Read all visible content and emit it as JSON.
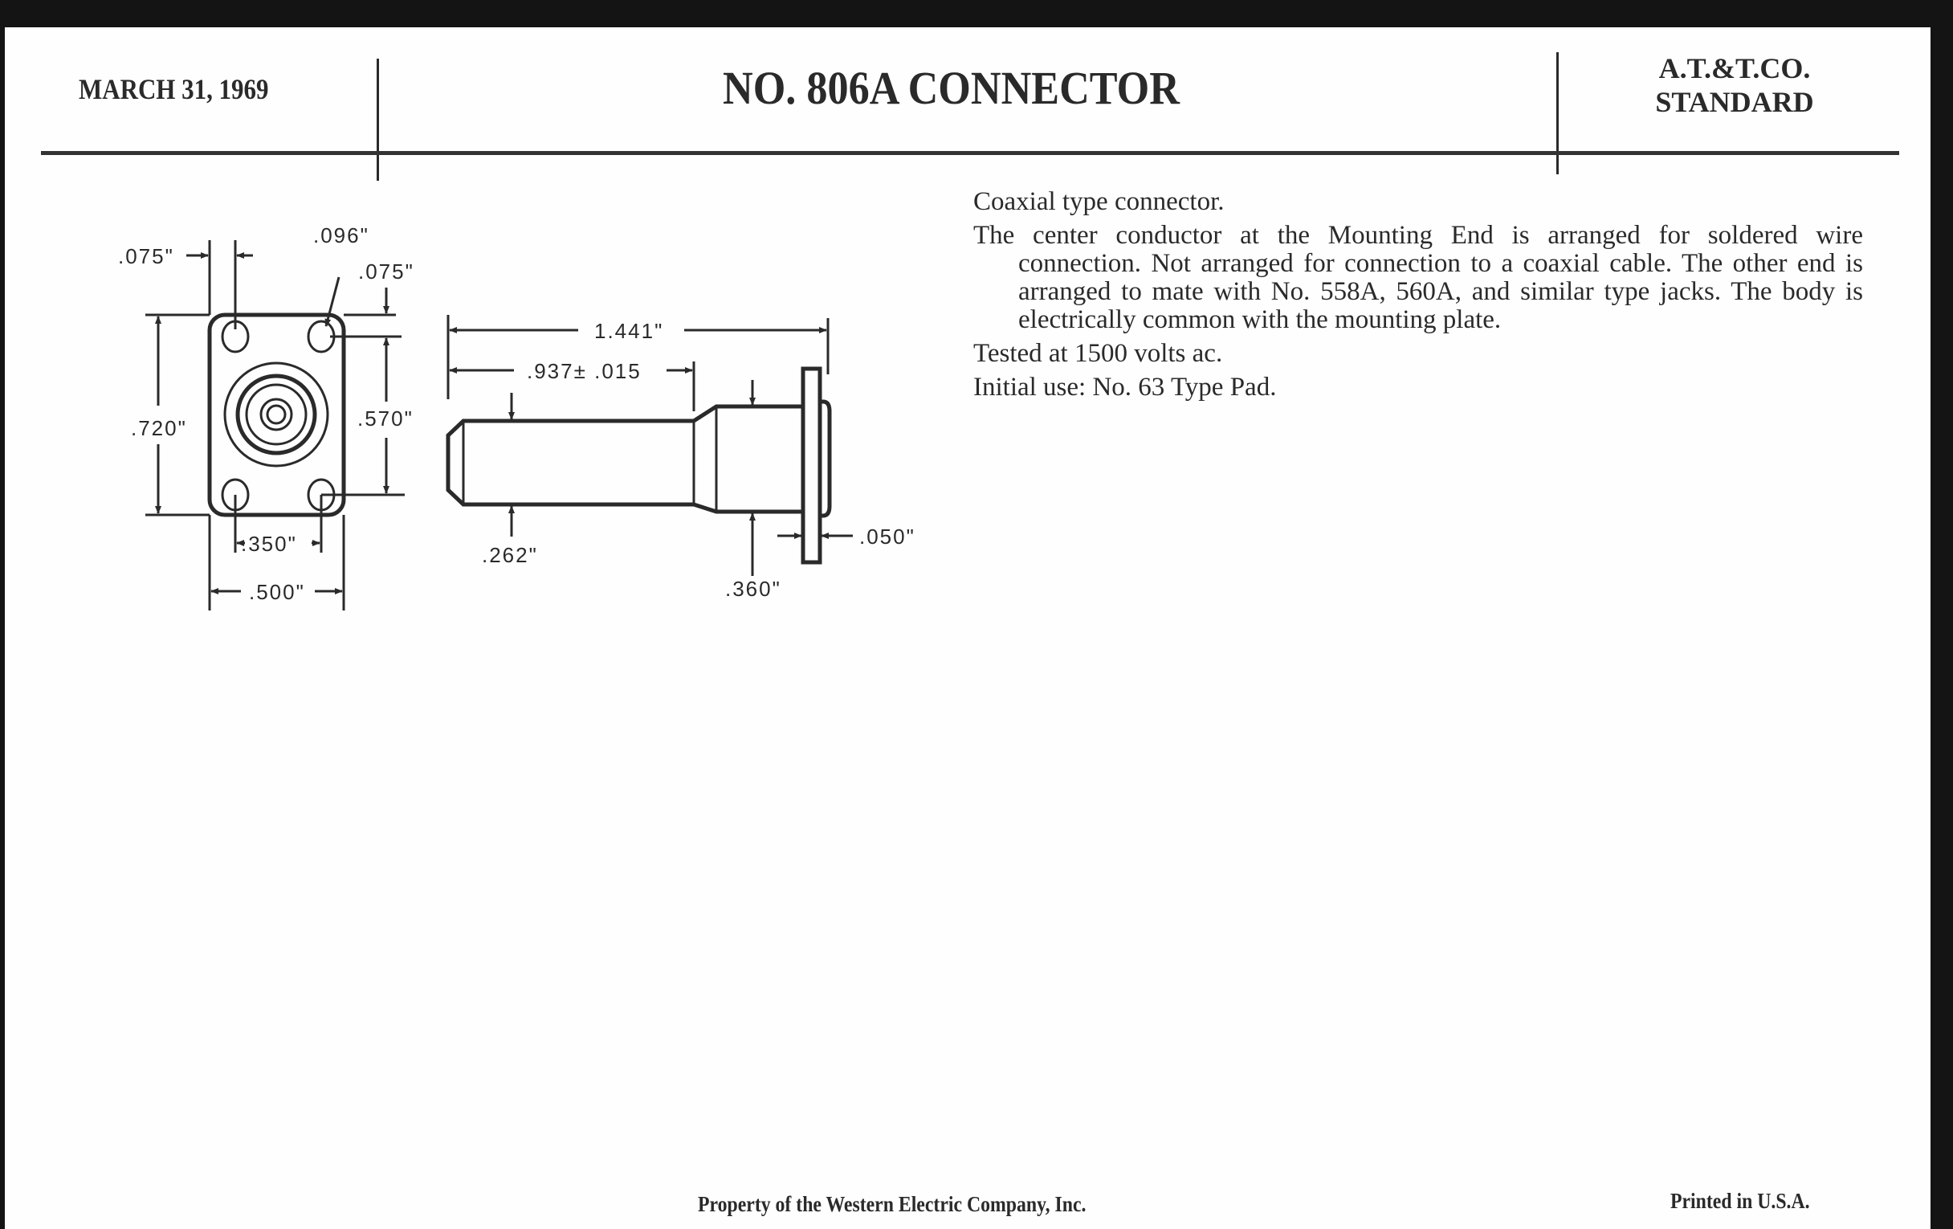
{
  "header": {
    "date": "MARCH 31, 1969",
    "title": "NO. 806A CONNECTOR",
    "standard_line1": "A.T.&T.CO.",
    "standard_line2": "STANDARD"
  },
  "drawing": {
    "front_view": {
      "dim_hole_offset_left": ".075\"",
      "dim_hole_diameter": ".096\"",
      "dim_hole_offset_top": ".075\"",
      "dim_plate_height": ".720\"",
      "dim_hole_spacing_vertical": ".570\"",
      "dim_hole_spacing_horizontal": ".350\"",
      "dim_plate_width": ".500\""
    },
    "side_view": {
      "dim_overall_length": "1.441\"",
      "dim_body_length": ".937± .015",
      "dim_small_diameter": ".262\"",
      "dim_large_diameter": ".360\"",
      "dim_flange_thickness": ".050\""
    }
  },
  "description": {
    "paragraphs": [
      "Coaxial type connector.",
      "The center conductor at the Mounting End is arranged for soldered wire connection. Not arranged for connection to a coaxial cable. The other end is arranged to mate with No. 558A, 560A, and similar type jacks. The body is electrically common with the mounting plate.",
      "Tested at 1500 volts ac.",
      "Initial use: No. 63 Type Pad."
    ]
  },
  "footer": {
    "property": "Property of the Western Electric Company, Inc.",
    "printed": "Printed in U.S.A."
  }
}
